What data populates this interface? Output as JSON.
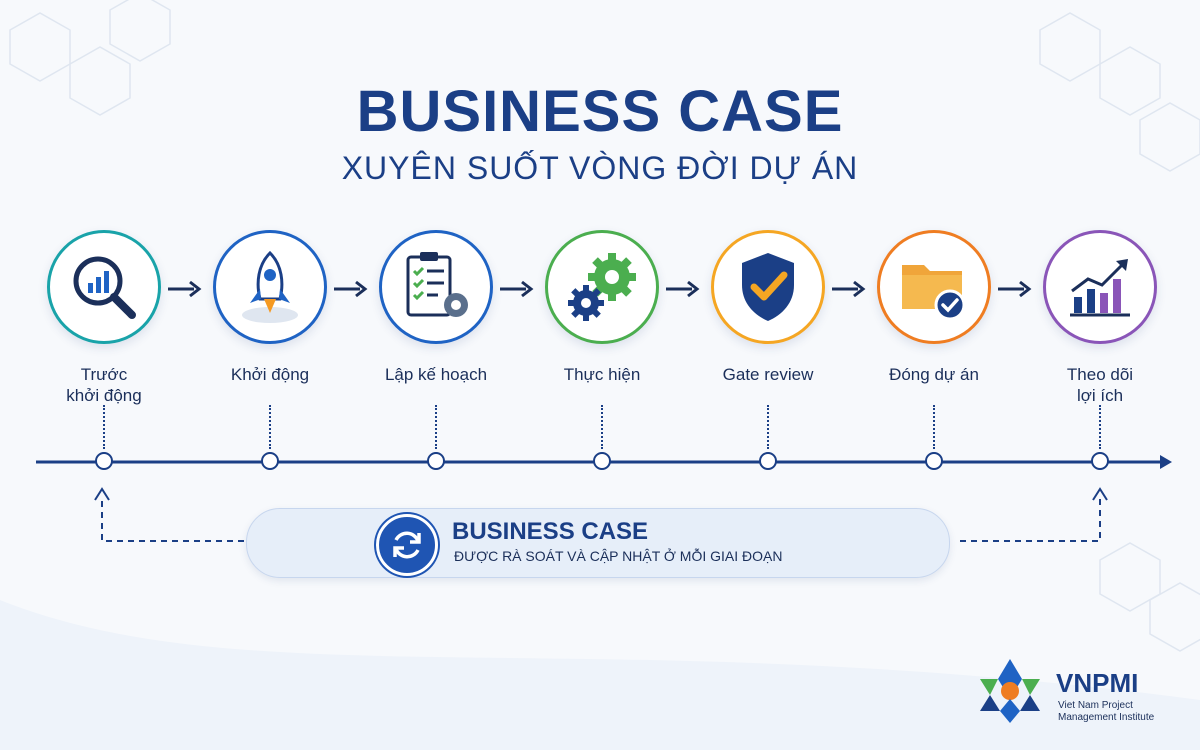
{
  "title": "BUSINESS CASE",
  "subtitle": "XUYÊN SUỐT VÒNG ĐỜI DỰ ÁN",
  "stages": [
    {
      "label": "Trước\nkhởi động",
      "icon": "search-chart-icon",
      "color": "#19a3a9"
    },
    {
      "label": "Khởi động",
      "icon": "rocket-icon",
      "color": "#1f63c4"
    },
    {
      "label": "Lập kế hoạch",
      "icon": "checklist-gear-icon",
      "color": "#1f63c4"
    },
    {
      "label": "Thực hiện",
      "icon": "gears-icon",
      "color": "#4bae4f"
    },
    {
      "label": "Gate review",
      "icon": "shield-check-icon",
      "color": "#f5a623"
    },
    {
      "label": "Đóng dự án",
      "icon": "folder-check-icon",
      "color": "#ef7d22"
    },
    {
      "label": "Theo dõi\nlợi ích",
      "icon": "growth-chart-icon",
      "color": "#8a55b8"
    }
  ],
  "banner": {
    "title": "BUSINESS CASE",
    "subtitle": "ĐƯỢC RÀ SOÁT VÀ CẬP NHẬT Ở MỖI GIAI ĐOẠN",
    "icon": "refresh-icon"
  },
  "logo": {
    "name": "VNPMI",
    "tagline": "Viet Nam Project\nManagement Institute"
  },
  "colors": {
    "navy": "#1b3f86",
    "blue": "#1f63c4"
  }
}
